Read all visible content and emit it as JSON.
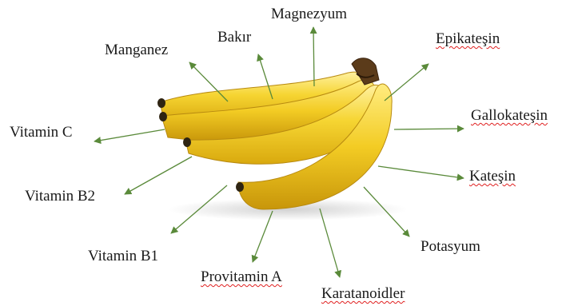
{
  "diagram": {
    "center": "banana-bunch",
    "arrow_color": "#5a8a3a",
    "nutrients": [
      "Magnezyum",
      "Bakır",
      "Manganez",
      "Epikateşin",
      "Gallokateşin",
      "Vitamin C",
      "Kateşin",
      "Vitamin B2",
      "Potasyum",
      "Vitamin B1",
      "Provitamin A",
      "Karatanoidler"
    ]
  }
}
